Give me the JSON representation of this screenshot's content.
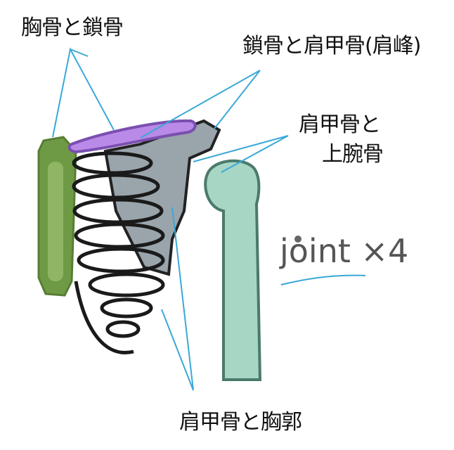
{
  "labels": {
    "sternum_clavicle": "胸骨と鎖骨",
    "clavicle_scapula": "鎖骨と肩甲骨(肩峰)",
    "scapula_humerus_line1": "肩甲骨と",
    "scapula_humerus_line2": "上腕骨",
    "scapula_thorax": "肩甲骨と胸郭",
    "joint_count": "joint ×4"
  },
  "colors": {
    "sternum": "#6f9a45",
    "clavicle": "#b98ae8",
    "scapula": "#9aa4ab",
    "humerus": "#a8d6c4",
    "pointer_lines": "#3aa8d8",
    "ribs_outline": "#1a1a1a"
  }
}
